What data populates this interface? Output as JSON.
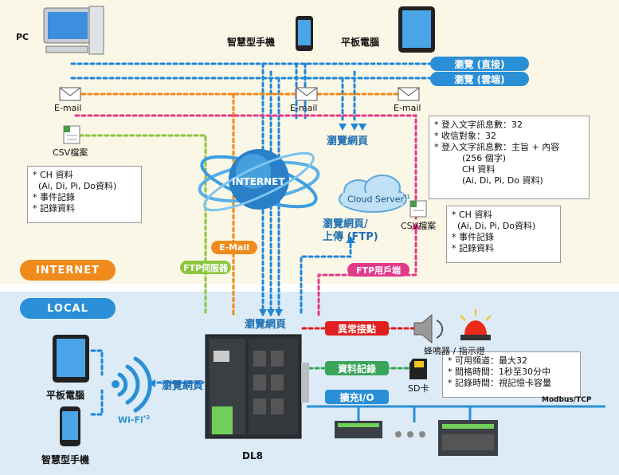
{
  "zones": {
    "internet": "INTERNET",
    "local": "LOCAL"
  },
  "devices": {
    "pc": "PC",
    "smartphone": "智慧型手機",
    "tablet": "平板電腦",
    "email1": "E-mail",
    "email2": "E-mail",
    "email3": "E-mail",
    "csv": "CSV檔案",
    "csv2": "CSV檔案",
    "local_tablet": "平板電腦",
    "local_phone": "智慧型手機",
    "wifi": "Wi-Fi",
    "wifi_sup": "*2",
    "logger": "DL8",
    "sd": "SD卡",
    "buzzer": "蜂鳴器 / 指示燈",
    "modbus": "Modbus/TCP"
  },
  "legend_bars": {
    "direct": "瀏覽 (直接)",
    "cloud": "瀏覽 (雲端)"
  },
  "labels": {
    "browse_web": "瀏覽網頁",
    "browse_upload": "瀏覽網頁/\n上傳 (FTP)",
    "internet": "INTERNET",
    "cloud_server": "Cloud Server",
    "cloud_sup": "*1",
    "browse_local": "瀏覽網頁",
    "browse_wifi": "瀏覽網頁"
  },
  "tags": {
    "email": "E-Mail",
    "ftp_server": "FTP伺服器",
    "ftp_client": "FTP用戶端",
    "alarm": "異常接點",
    "data_log": "資料記錄",
    "expand_io": "擴充I/O"
  },
  "callouts": {
    "email_info": "* 登入文字訊息數：32\n* 收信對象：32\n* 登入文字訊息數：主旨 + 內容\n          (256 個字)\n          CH 資料\n          (Ai, Di, Pi, Do 資料)",
    "csv_left": "* CH 資料\n  (Ai, Di, Pi, Do資料)\n* 事件記錄\n* 記錄資料",
    "csv_right": "* CH 資料\n  (Ai, Di, Pi, Do資料)\n* 事件記錄\n* 記錄資料",
    "sd_info": "* 可用頻道：最大32\n* 間格時間：1秒至30分中\n* 記錄時間：視記憶卡容量"
  },
  "colors": {
    "blue": "#1f86d8",
    "orange": "#f08a1c",
    "green": "#8cc63f",
    "pink": "#e23a8a",
    "red": "#e02020",
    "tag_green": "#3aa55a",
    "tag_blue": "#2a8fd6",
    "internet_zone": "#fbf7e6",
    "local_zone": "#dcebf6"
  }
}
